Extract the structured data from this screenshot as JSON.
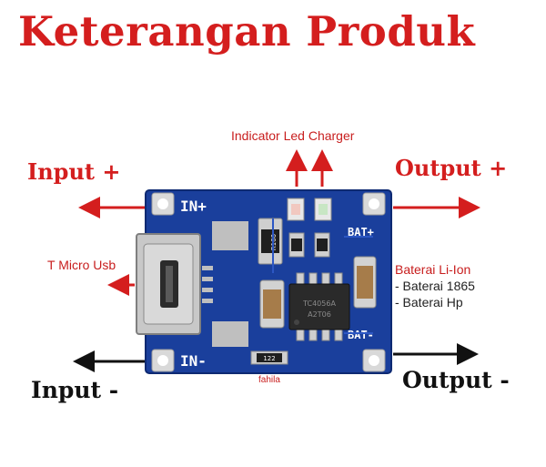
{
  "title": "Keterangan Produk",
  "labels": {
    "indicator": "Indicator Led Charger",
    "input_plus": "Input +",
    "output_plus": "Output +",
    "micro_usb": "T Micro Usb",
    "battery_title": "Baterai Li-Ion",
    "battery_item_1": "- Baterai 1865",
    "battery_item_2": "- Baterai Hp",
    "input_minus": "Input -",
    "output_minus": "Output -",
    "watermark": "fahila"
  },
  "board": {
    "pad_in_plus": "IN+",
    "pad_in_minus": "IN-",
    "pad_bat_plus": "BAT+",
    "pad_bat_minus": "BAT-",
    "resistor_code": "R100",
    "ic_marking_1": "TC4056A",
    "ic_marking_2": "A2T06",
    "small_res": "122"
  },
  "colors": {
    "title_red": "#d41e1e",
    "board_blue": "#1a3f9c",
    "arrow_red": "#d41e1e",
    "arrow_black": "#111111"
  }
}
